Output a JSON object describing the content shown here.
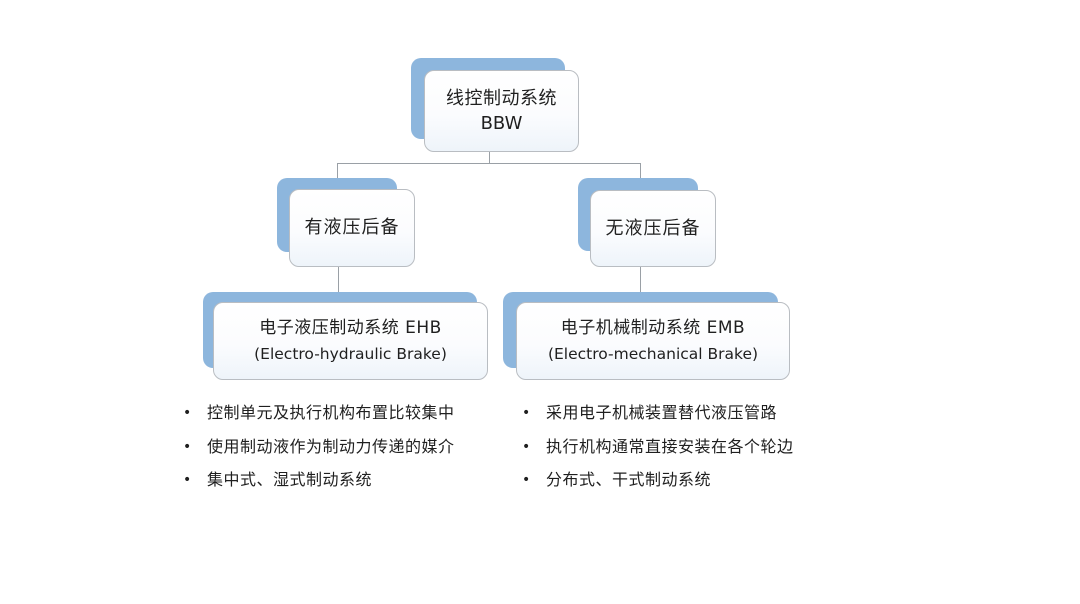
{
  "diagram": {
    "nodes": {
      "root": {
        "line1": "线控制动系统",
        "line2": "BBW"
      },
      "left_branch": {
        "label": "有液压后备"
      },
      "right_branch": {
        "label": "无液压后备"
      },
      "ehb": {
        "title": "电子液压制动系统 EHB",
        "subtitle": "(Electro-hydraulic Brake)"
      },
      "emb": {
        "title": "电子机械制动系统 EMB",
        "subtitle": "(Electro-mechanical Brake)"
      }
    },
    "bullets": {
      "ehb": [
        "控制单元及执行机构布置比较集中",
        "使用制动液作为制动力传递的媒介",
        "集中式、湿式制动系统"
      ],
      "emb": [
        "采用电子机械装置替代液压管路",
        "执行机构通常直接安装在各个轮边",
        "分布式、干式制动系统"
      ],
      "marker": "•"
    },
    "colors": {
      "shadow_blue": "#8db6dd",
      "connector_gray": "#9aa0a6",
      "card_border": "#b9bdc2",
      "text": "#1f1f1f",
      "background": "#ffffff"
    }
  }
}
